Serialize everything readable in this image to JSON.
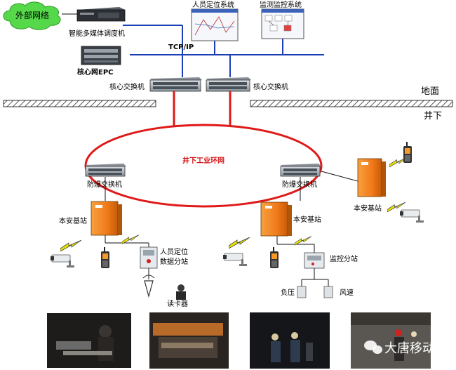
{
  "labels": {
    "external_network": "外部网络",
    "multimedia_dispatcher": "智能多媒体调度机",
    "core_epc": "核心网EPC",
    "tcpip": "TCP/IP",
    "personnel_positioning_system": "人员定位系统",
    "monitoring_system": "监测监控系统",
    "core_switch_left": "核心交换机",
    "core_switch_right": "核心交换机",
    "ground": "地面",
    "underground": "井下",
    "industrial_ring": "井下工业环网",
    "explosion_proof_switch_left": "防爆交换机",
    "explosion_proof_switch_right": "防爆交换机",
    "base_station_left": "本安基站",
    "base_station_middle": "本安基站",
    "base_station_right": "本安基站",
    "personnel_substation": "人员定位\n数据分站",
    "reader": "读卡器",
    "monitoring_substation": "监控分站",
    "negative_pressure": "负压",
    "wind_speed": "风速",
    "watermark": "大唐移动"
  },
  "colors": {
    "backbone": "#1c3fb5",
    "ring": "#e01818",
    "base_station": "#f07a1a",
    "cloud": "#55d84a",
    "wireless": "#e8e000"
  },
  "icons": {
    "cloud": "cloud-icon",
    "phone": "rugged-phone-icon",
    "camera": "surveillance-camera-icon",
    "lightning": "wireless-link-icon",
    "wechat": "wechat-icon"
  }
}
